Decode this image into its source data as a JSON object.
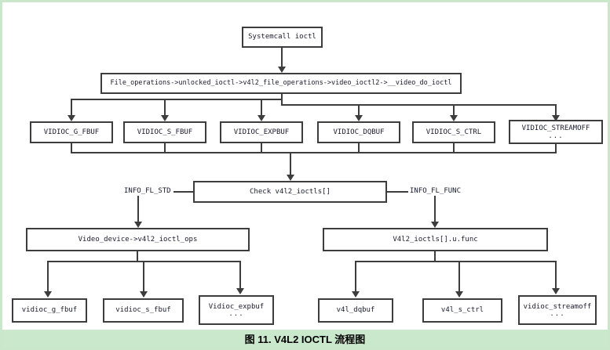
{
  "figure": {
    "caption": "图 11. V4L2 IOCTL 流程图",
    "caption_bg_color": "#c9e8cc",
    "page_border_color": "#cbe7cb",
    "line_color": "#3d3d3d",
    "box_text_color": "#1b1b2f"
  },
  "flowchart": {
    "root": {
      "label": "Systemcall ioctl"
    },
    "dispatch": {
      "label": "File_operations->unlocked_ioctl->v4l2_file_operations->video_ioctl2->__video_do_ioctl"
    },
    "ioctl_cmds": [
      {
        "label": "VIDIOC_G_FBUF"
      },
      {
        "label": "VIDIOC_S_FBUF"
      },
      {
        "label": "VIDIOC_EXPBUF"
      },
      {
        "label": "VIDIOC_DQBUF"
      },
      {
        "label": "VIDIOC_S_CTRL"
      },
      {
        "label": "VIDIOC_STREAMOFF",
        "ellipsis": "..."
      }
    ],
    "check": {
      "label": "Check v4l2_ioctls[]"
    },
    "branch_labels": {
      "left": "INFO_FL_STD",
      "right": "INFO_FL_FUNC"
    },
    "std_ops": {
      "label": "Video_device->v4l2_ioctl_ops"
    },
    "func_ops": {
      "label": "V4l2_ioctls[].u.func"
    },
    "handlers": [
      {
        "label": "vidioc_g_fbuf"
      },
      {
        "label": "vidioc_s_fbuf"
      },
      {
        "label": "Vidioc_expbuf",
        "ellipsis": "..."
      },
      {
        "label": "v4l_dqbuf"
      },
      {
        "label": "v4l_s_ctrl"
      },
      {
        "label": "vidioc_streamoff",
        "ellipsis": "..."
      }
    ]
  }
}
